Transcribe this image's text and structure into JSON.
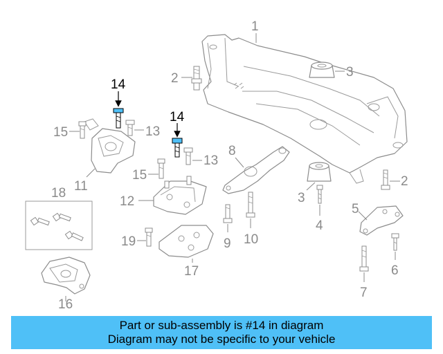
{
  "diagram": {
    "callouts": {
      "c1": "1",
      "c2a": "2",
      "c2b": "2",
      "c3a": "3",
      "c3b": "3",
      "c4": "4",
      "c5": "5",
      "c6": "6",
      "c7": "7",
      "c8": "8",
      "c9": "9",
      "c10": "10",
      "c11": "11",
      "c12": "12",
      "c13a": "13",
      "c13b": "13",
      "c14a": "14",
      "c14b": "14",
      "c15a": "15",
      "c15b": "15",
      "c16": "16",
      "c17": "17",
      "c18": "18",
      "c19": "19"
    },
    "highlight_part": "14",
    "colors": {
      "line_art": "#8c8c8c",
      "callout_text": "#8a8a8a",
      "highlight_text": "#000000",
      "highlight_bolt": "#4fc0f7"
    }
  },
  "banner": {
    "line1": "Part or sub-assembly is #14 in diagram",
    "line2": "Diagram may not be specific to your vehicle",
    "background": "#4fc0f7"
  }
}
